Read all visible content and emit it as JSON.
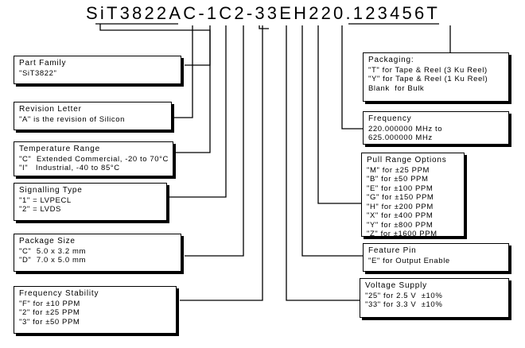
{
  "part_number": {
    "segments": [
      "SiT3822",
      "A",
      "C",
      "-",
      "1",
      "C",
      "2",
      "-",
      "33",
      "E",
      "H",
      "220.123456",
      "T"
    ]
  },
  "boxes": {
    "part_family": {
      "title": "Part Family",
      "lines": [
        "\"SiT3822\""
      ]
    },
    "revision_letter": {
      "title": "Revision Letter",
      "lines": [
        "\"A\" is the revision of Silicon"
      ]
    },
    "temperature_range": {
      "title": "Temperature Range",
      "lines": [
        "\"C\"  Extended Commercial, -20 to 70°C",
        "\"I\"   Industrial, -40 to 85°C"
      ]
    },
    "signalling_type": {
      "title": "Signalling Type",
      "lines": [
        "\"1\" = LVPECL",
        "\"2\" = LVDS"
      ]
    },
    "package_size": {
      "title": "Package Size",
      "lines": [
        "\"C\"  5.0 x 3.2 mm",
        "\"D\"  7.0 x 5.0 mm"
      ]
    },
    "frequency_stability": {
      "title": "Frequency Stability",
      "lines": [
        "\"F\" for ±10 PPM",
        "\"2\" for ±25 PPM",
        "\"3\" for ±50 PPM"
      ]
    },
    "packaging": {
      "title": "Packaging:",
      "lines": [
        "\"T\" for Tape & Reel (3 Ku Reel)",
        "\"Y\" for Tape & Reel (1 Ku Reel)",
        "Blank  for Bulk"
      ]
    },
    "frequency": {
      "title": "Frequency",
      "lines": [
        "220.000000 MHz to",
        "625.000000 MHz"
      ]
    },
    "pull_range_options": {
      "title": "Pull Range Options",
      "lines": [
        "\"M\" for ±25 PPM",
        "\"B\" for ±50 PPM",
        "\"E\" for ±100 PPM",
        "\"G\" for ±150 PPM",
        "\"H\" for ±200 PPM",
        "\"X\" for ±400 PPM",
        "\"Y\" for ±800 PPM",
        "\"Z\" for ±1600 PPM"
      ]
    },
    "feature_pin": {
      "title": "Feature Pin",
      "lines": [
        "\"E\" for Output Enable"
      ]
    },
    "voltage_supply": {
      "title": "Voltage Supply",
      "lines": [
        "\"25\" for 2.5 V  ±10%",
        "\"33\" for 3.3 V  ±10%"
      ]
    }
  }
}
